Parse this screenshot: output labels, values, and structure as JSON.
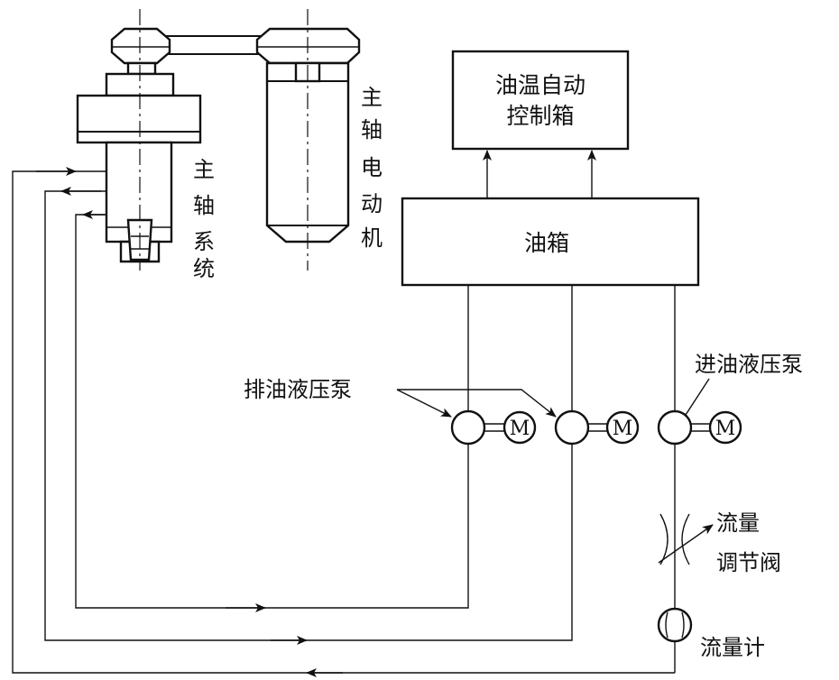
{
  "labels": {
    "oil_temp_box_line1": "油温自动",
    "oil_temp_box_line2": "控制箱",
    "oil_tank": "油箱",
    "spindle_system": [
      "主",
      "轴",
      "系",
      "统"
    ],
    "spindle_motor": [
      "主",
      "轴",
      "电",
      "动",
      "机"
    ],
    "drain_pump": "排油液压泵",
    "feed_pump": "进油液压泵",
    "flow_valve_line1": "流量",
    "flow_valve_line2": "调节阀",
    "flow_meter": "流量计",
    "motor_symbol": "M"
  },
  "icons": {
    "pump": "pump-circle-icon",
    "motor": "motor-m-icon",
    "valve": "throttle-valve-icon",
    "meter": "flow-meter-icon",
    "arrow": "flow-arrow-icon"
  }
}
